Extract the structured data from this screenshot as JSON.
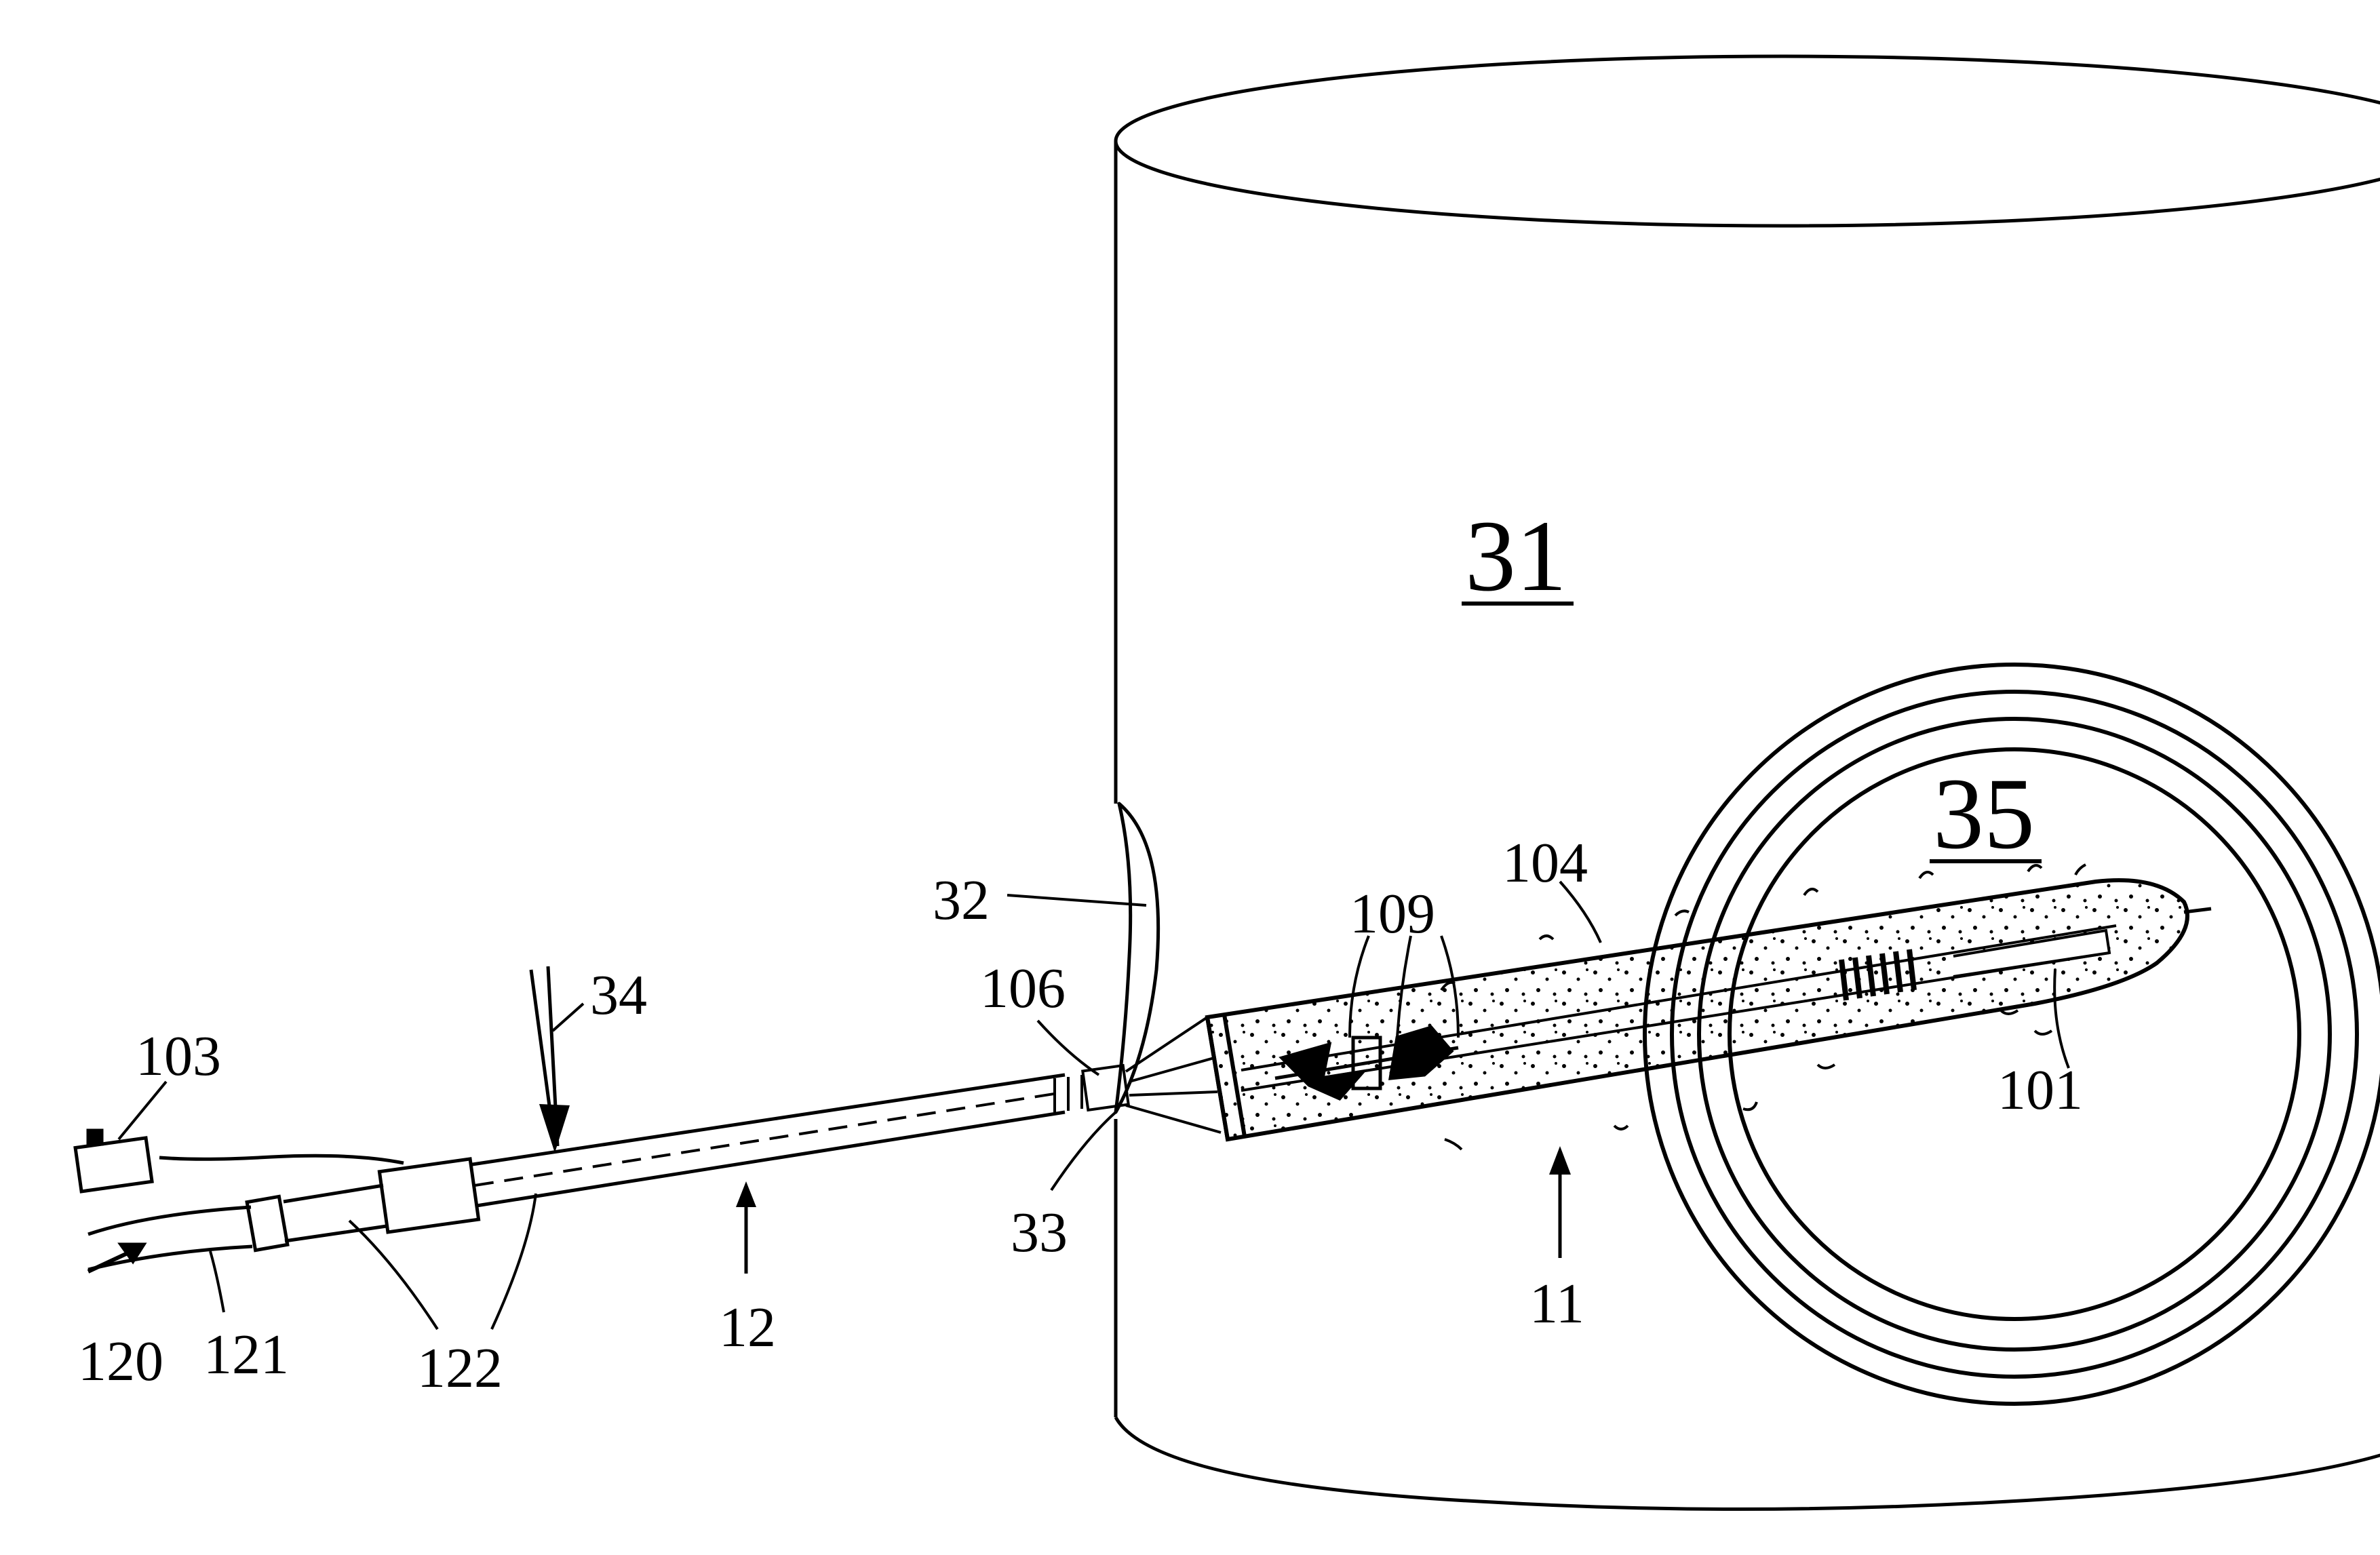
{
  "labels": {
    "vessel": "31",
    "organ": "35",
    "l32": "32",
    "l33": "33",
    "l34": "34",
    "l101": "101",
    "l103": "103",
    "l104": "104",
    "l106": "106",
    "l109": "109",
    "l11": "11",
    "l12": "12",
    "l120": "120",
    "l121": "121",
    "l122": "122"
  },
  "colors": {
    "line": "#000000",
    "background": "#ffffff"
  }
}
